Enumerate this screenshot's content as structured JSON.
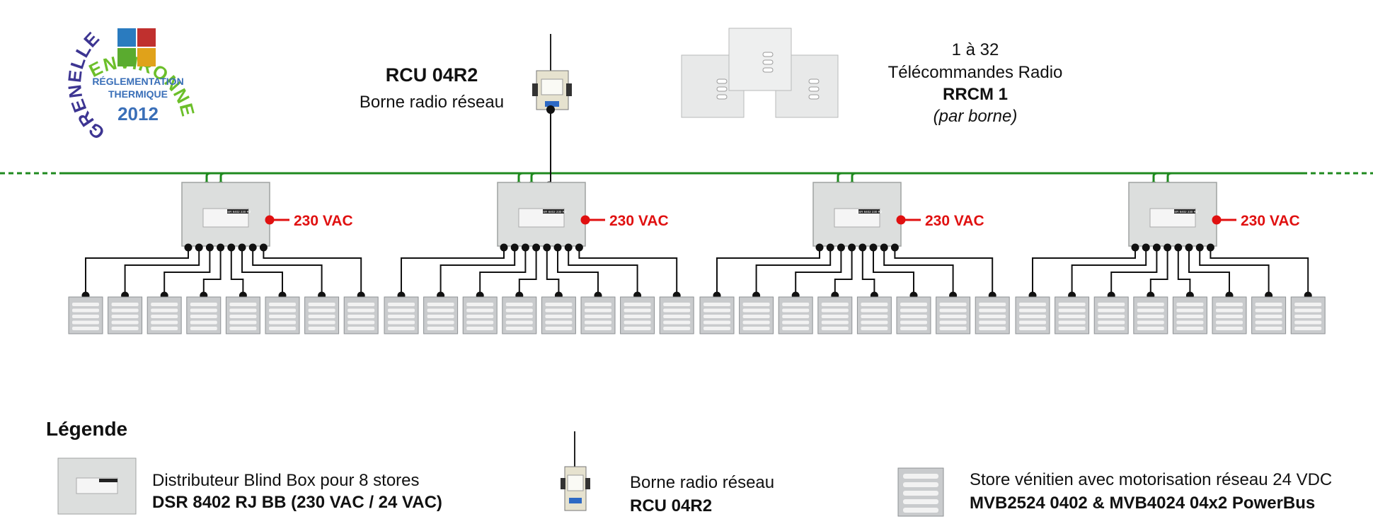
{
  "logo": {
    "arc_top": "ENVIRONNEMENT",
    "arc_left": "GRENELLE",
    "line1": "RÉGLEMENTATION",
    "line2": "THERMIQUE",
    "year": "2012",
    "colors": {
      "arc_top": "#6cbf2a",
      "arc_left": "#3d3592",
      "tiles": [
        "#2a7bbf",
        "#c0302e",
        "#5aab2f",
        "#e0a21a"
      ]
    }
  },
  "rcu_header": {
    "title": "RCU 04R2",
    "subtitle": "Borne radio réseau"
  },
  "remotes_header": {
    "line1": "1 à 32",
    "line2": "Télécommandes Radio",
    "model": "RRCM 1",
    "note": "(par borne)"
  },
  "distributors": [
    {
      "power_label": "230 VAC",
      "box_label": "DSR 8402 230 RJ"
    },
    {
      "power_label": "230 VAC",
      "box_label": "DSR 8402 230 RJ"
    },
    {
      "power_label": "230 VAC",
      "box_label": "DSR 8402 230 RJ"
    },
    {
      "power_label": "230 VAC",
      "box_label": "DSR 8402 230 RJ"
    }
  ],
  "colors": {
    "bus": "#1f8a1f",
    "power": "#e01010",
    "wire": "#111111",
    "box": "#dcdedd",
    "blind": "#c9cbcd"
  },
  "legend": {
    "title": "Légende",
    "items": [
      {
        "line1": "Distributeur Blind Box pour 8 stores",
        "line2": "DSR 8402 RJ BB (230 VAC / 24 VAC)",
        "icon": "distributor-box-icon"
      },
      {
        "line1": "Borne radio réseau",
        "line2": "RCU 04R2",
        "icon": "radio-terminal-icon"
      },
      {
        "line1": "Store vénitien avec motorisation réseau 24 VDC",
        "line2": "MVB2524 0402 & MVB4024 04x2 PowerBus",
        "icon": "venetian-blind-icon"
      }
    ]
  }
}
